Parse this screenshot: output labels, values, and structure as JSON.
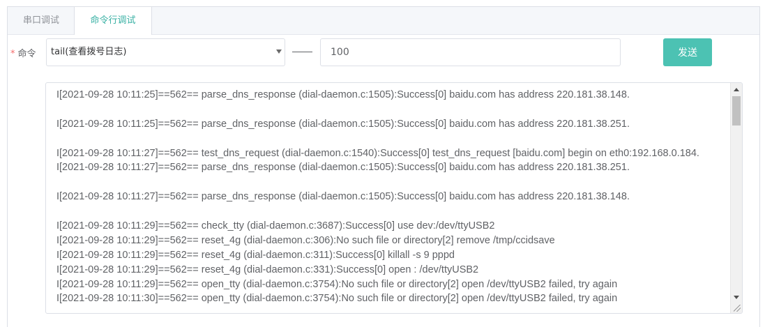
{
  "tabs": [
    {
      "label": "串口调试"
    },
    {
      "label": "命令行调试"
    }
  ],
  "form": {
    "required_mark": "*",
    "command_label": "命令",
    "command_value": "tail(查看拨号日志)",
    "count_value": "100",
    "send_label": "发送"
  },
  "log": {
    "lines": [
      "I[2021-09-28 10:11:25]==562== parse_dns_response (dial-daemon.c:1505):Success[0] baidu.com has address 220.181.38.148.",
      "",
      "I[2021-09-28 10:11:25]==562== parse_dns_response (dial-daemon.c:1505):Success[0] baidu.com has address 220.181.38.251.",
      "",
      "I[2021-09-28 10:11:27]==562== test_dns_request (dial-daemon.c:1540):Success[0] test_dns_request [baidu.com] begin on eth0:192.168.0.184.",
      "I[2021-09-28 10:11:27]==562== parse_dns_response (dial-daemon.c:1505):Success[0] baidu.com has address 220.181.38.251.",
      "",
      "I[2021-09-28 10:11:27]==562== parse_dns_response (dial-daemon.c:1505):Success[0] baidu.com has address 220.181.38.148.",
      "",
      "I[2021-09-28 10:11:29]==562== check_tty (dial-daemon.c:3687):Success[0] use dev:/dev/ttyUSB2",
      "I[2021-09-28 10:11:29]==562== reset_4g (dial-daemon.c:306):No such file or directory[2] remove /tmp/ccidsave",
      "I[2021-09-28 10:11:29]==562== reset_4g (dial-daemon.c:311):Success[0] killall -s 9 pppd",
      "I[2021-09-28 10:11:29]==562== reset_4g (dial-daemon.c:331):Success[0] open : /dev/ttyUSB2",
      "I[2021-09-28 10:11:29]==562== open_tty (dial-daemon.c:3754):No such file or directory[2] open /dev/ttyUSB2 failed, try again",
      "I[2021-09-28 10:11:30]==562== open_tty (dial-daemon.c:3754):No such file or directory[2] open /dev/ttyUSB2 failed, try again"
    ]
  },
  "colors": {
    "accent": "#39b1a4",
    "button": "#4cc2b3",
    "required": "#f56c6c"
  }
}
